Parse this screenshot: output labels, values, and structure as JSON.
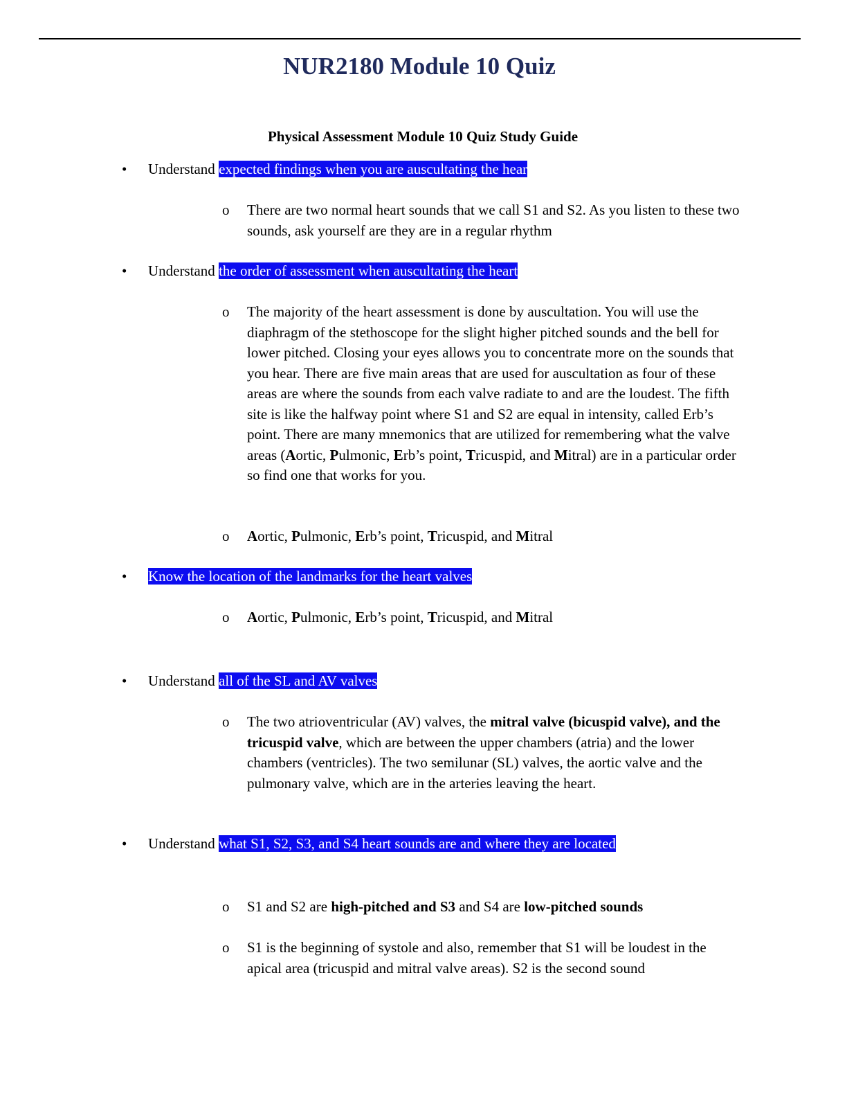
{
  "document": {
    "title": "NUR2180 Module 10 Quiz",
    "subtitle": "Physical Assessment Module 10 Quiz Study Guide",
    "bullet_glyph": "•",
    "sub_bullet_glyph": "o",
    "highlight_color": "#0d0df0",
    "title_color": "#1f2a5c",
    "items": [
      {
        "prefix": "Understand ",
        "highlight": "expected findings when you are auscultating the hear",
        "notes": [
          "There are two normal heart sounds that we call S1 and S2. As you listen to these two sounds, ask yourself are they are in a regular rhythm"
        ]
      },
      {
        "prefix": "Understand ",
        "highlight": "the order of assessment when auscultating the heart",
        "notes": [
          "The majority of the heart assessment is done by auscultation. You will use the diaphragm of the stethoscope for the slight higher pitched sounds and the bell for lower pitched. Closing your eyes allows you to concentrate more on the sounds that you hear. There are five main areas that are used for auscultation as four of these areas are where the sounds from each valve radiate to and are the loudest. The fifth site is like the halfway point where S1 and S2 are equal in intensity, called Erb’s point. There are many mnemonics that are utilized for remembering what the valve areas (",
          "A",
          "ortic, ",
          "P",
          "ulmonic, ",
          "E",
          "rb’s point, ",
          "T",
          "ricuspid, and ",
          "M",
          "itral) are in a particular order so find one that works for you."
        ],
        "mnemonic": [
          "A",
          "ortic, ",
          "P",
          "ulmonic, ",
          "E",
          "rb’s point, ",
          "T",
          "ricuspid, and ",
          "M",
          "itral"
        ]
      },
      {
        "prefix": "",
        "highlight": "Know the location of the landmarks for the heart valves",
        "mnemonic": [
          "A",
          "ortic, ",
          "P",
          "ulmonic, ",
          "E",
          "rb’s point, ",
          "T",
          "ricuspid, and ",
          "M",
          "itral"
        ]
      },
      {
        "prefix": "Understand ",
        "highlight": "all of the SL and AV valves",
        "notes": [
          "The two atrioventricular (AV) valves, the ",
          "mitral valve (bicuspid valve), and the tricuspid valve",
          ", which are between the upper chambers (atria) and the lower chambers (ventricles). The two semilunar (SL) valves, the aortic valve and the pulmonary valve, which are in the arteries leaving the heart."
        ]
      },
      {
        "prefix": "Understand ",
        "highlight": "what S1, S2, S3, and S4 heart sounds are and where they are located",
        "notes": [
          "S1 and S2 are ",
          "high-pitched and S3",
          " and S4 are ",
          "low-pitched sounds",
          "S1 is the beginning of systole and also, remember that S1 will be loudest in the apical area (tricuspid and mitral valve areas). S2 is the second sound"
        ]
      }
    ]
  }
}
